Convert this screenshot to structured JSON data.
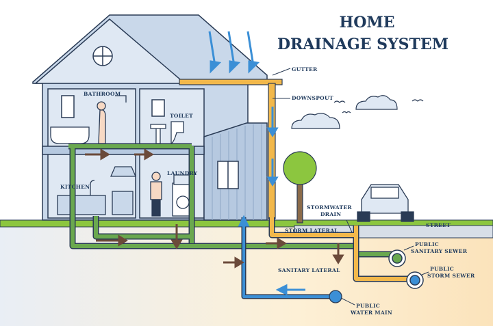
{
  "title": {
    "line1": "HOME",
    "line2": "DRAINAGE SYSTEM"
  },
  "labels": {
    "bathroom": "BATHROOM",
    "toilet": "TOILET",
    "laundry": "LAUNDRY",
    "kitchen": "KITCHEN",
    "gutter": "GUTTER",
    "downspout": "DOWNSPOUT",
    "stormwater_drain_1": "STORMWATER",
    "stormwater_drain_2": "DRAIN",
    "street": "STREET",
    "storm_lateral": "STORM LATERAL",
    "public_sanitary_sewer_1": "PUBLIC",
    "public_sanitary_sewer_2": "SANITARY SEWER",
    "sanitary_lateral": "SANITARY LATERAL",
    "public_storm_sewer_1": "PUBLIC",
    "public_storm_sewer_2": "STORM SEWER",
    "public_water_main_1": "PUBLIC",
    "public_water_main_2": "WATER MAIN"
  },
  "colors": {
    "house_fill": "#c9d8ea",
    "interior": "#dfe8f3",
    "outline": "#2a3b55",
    "grass": "#8cc63f",
    "soil": "#f6e6c8",
    "clean_pipe": "#6aa84f",
    "storm_pipe": "#f2b84b",
    "water_main": "#3b8fd6",
    "flow_dark": "#6b4a3a",
    "flow_blue": "#3b8fd6"
  }
}
